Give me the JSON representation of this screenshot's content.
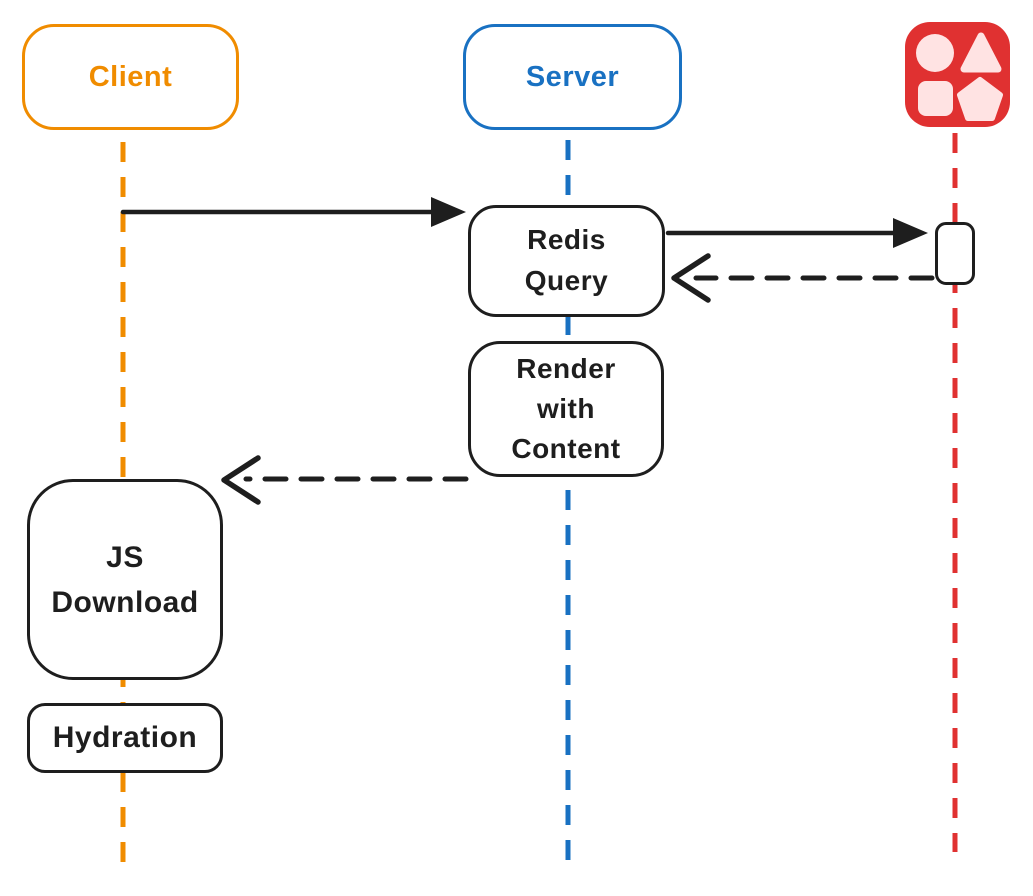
{
  "diagram": {
    "kind": "sequence-diagram",
    "actors": {
      "client": {
        "label": "Client",
        "color": "#f08c00"
      },
      "server": {
        "label": "Server",
        "color": "#1971c2"
      },
      "store": {
        "icon": "shapes-icon",
        "color": "#e03131"
      }
    },
    "nodes": {
      "redis_query": {
        "label": "Redis\nQuery"
      },
      "render_with_content": {
        "label": "Render\nwith\nContent"
      },
      "js_download": {
        "label": "JS\nDownload"
      },
      "hydration": {
        "label": "Hydration"
      }
    },
    "edges": [
      {
        "from": "client",
        "to": "redis_query",
        "style": "solid"
      },
      {
        "from": "redis_query",
        "to": "store",
        "style": "solid"
      },
      {
        "from": "store",
        "to": "redis_query",
        "style": "dashed"
      },
      {
        "from": "render_with_content",
        "to": "js_download",
        "style": "dashed"
      }
    ],
    "colors": {
      "stroke": "#1e1e1e",
      "client_lifeline": "#f08c00",
      "server_lifeline": "#1971c2",
      "store_lifeline": "#e03131",
      "icon_background": "#e03131",
      "icon_shape_fill": "#ffe3e3",
      "background": "#ffffff"
    }
  }
}
